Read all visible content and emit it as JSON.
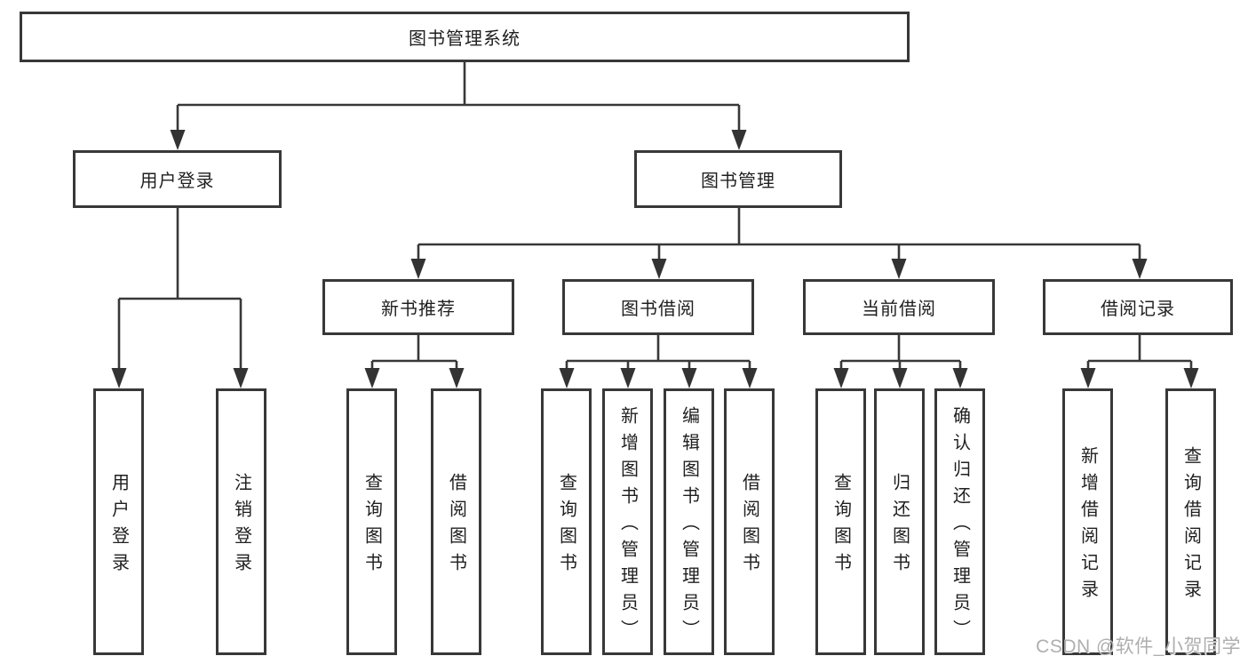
{
  "diagram": {
    "root": {
      "label": "图书管理系统",
      "children": [
        {
          "label": "用户登录",
          "children": [
            {
              "label": "用户登录"
            },
            {
              "label": "注销登录"
            }
          ]
        },
        {
          "label": "图书管理",
          "children": [
            {
              "label": "新书推荐",
              "children": [
                {
                  "label": "查询图书"
                },
                {
                  "label": "借阅图书"
                }
              ]
            },
            {
              "label": "图书借阅",
              "children": [
                {
                  "label": "查询图书"
                },
                {
                  "label": "新增图书（管理员）"
                },
                {
                  "label": "编辑图书（管理员）"
                },
                {
                  "label": "借阅图书"
                }
              ]
            },
            {
              "label": "当前借阅",
              "children": [
                {
                  "label": "查询图书"
                },
                {
                  "label": "归还图书"
                },
                {
                  "label": "确认归还（管理员）"
                }
              ]
            },
            {
              "label": "借阅记录",
              "children": [
                {
                  "label": "新增借阅记录"
                },
                {
                  "label": "查询借阅记录"
                }
              ]
            }
          ]
        }
      ]
    }
  },
  "colors": {
    "line": "#383838",
    "box_border": "#383838",
    "text": "#1f1f1f",
    "background": "#ffffff",
    "watermark": "#aeaeae"
  },
  "watermark": {
    "text": "CSDN @软件_小贺同学"
  }
}
